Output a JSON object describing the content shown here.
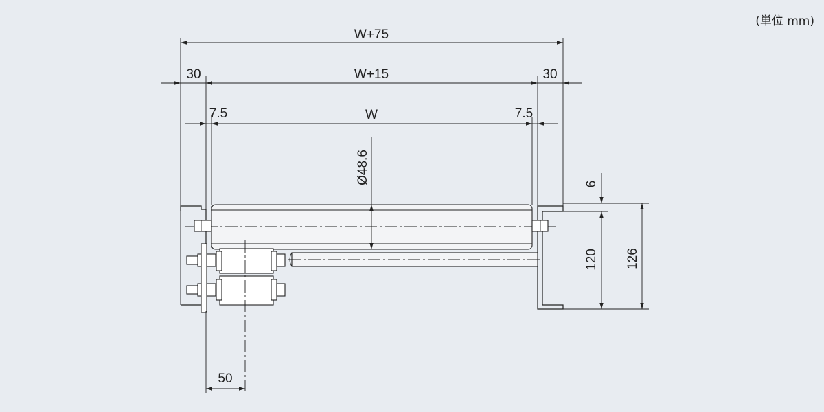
{
  "unit_note": "(単位 mm)",
  "dimensions": {
    "total_width": "W+75",
    "frame_width": "W+15",
    "roller_width": "W",
    "left_flange": "30",
    "right_flange": "30",
    "left_gap": "7.5",
    "right_gap": "7.5",
    "roller_diameter": "Ø48.6",
    "top_offset": "6",
    "frame_height": "120",
    "total_height": "126",
    "guide_roller_offset": "50"
  }
}
